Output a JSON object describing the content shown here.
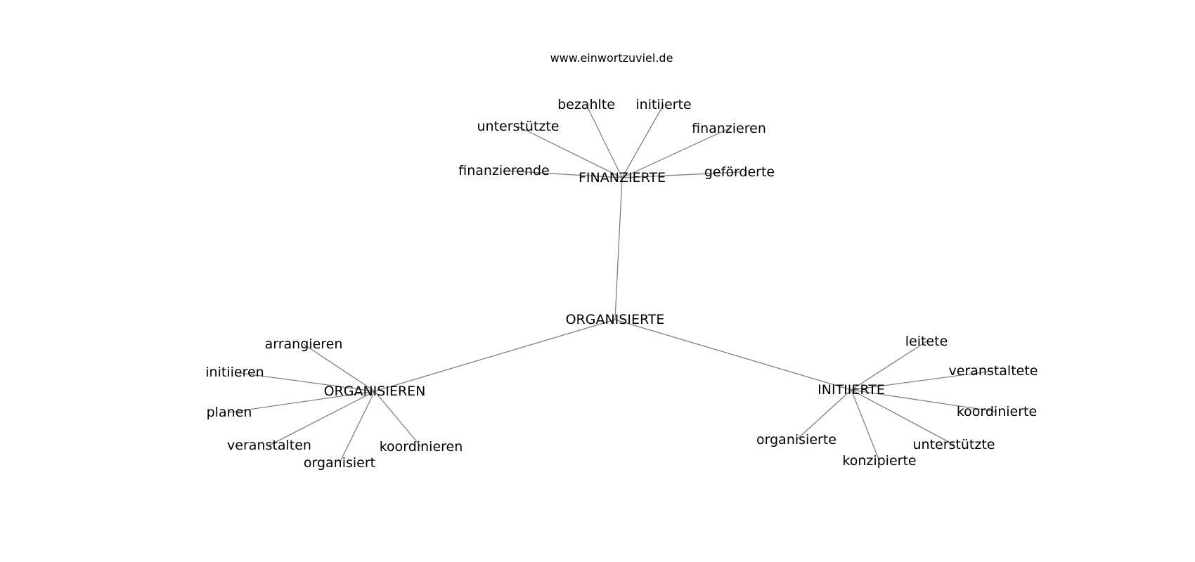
{
  "header": {
    "site": "www.einwortzuviel.de"
  },
  "graph": {
    "center": {
      "id": "organisierte",
      "label": "ORGANISIERTE"
    },
    "hubs": [
      {
        "id": "finanzierte",
        "label": "FINANZIERTE",
        "leaves": [
          {
            "id": "fin-bezahlte",
            "label": "bezahlte"
          },
          {
            "id": "fin-initiierte",
            "label": "initiierte"
          },
          {
            "id": "fin-unterstuetzte",
            "label": "unterstützte"
          },
          {
            "id": "fin-finanzieren",
            "label": "finanzieren"
          },
          {
            "id": "fin-finanzierende",
            "label": "finanzierende"
          },
          {
            "id": "fin-gefoerderte",
            "label": "geförderte"
          }
        ]
      },
      {
        "id": "organisieren",
        "label": "ORGANISIEREN",
        "leaves": [
          {
            "id": "org-arrangieren",
            "label": "arrangieren"
          },
          {
            "id": "org-initiieren",
            "label": "initiieren"
          },
          {
            "id": "org-planen",
            "label": "planen"
          },
          {
            "id": "org-veranstalten",
            "label": "veranstalten"
          },
          {
            "id": "org-organisiert",
            "label": "organisiert"
          },
          {
            "id": "org-koordinieren",
            "label": "koordinieren"
          }
        ]
      },
      {
        "id": "initiierte",
        "label": "INITIIERTE",
        "leaves": [
          {
            "id": "ini-leitete",
            "label": "leitete"
          },
          {
            "id": "ini-veranstaltete",
            "label": "veranstaltete"
          },
          {
            "id": "ini-koordinierte",
            "label": "koordinierte"
          },
          {
            "id": "ini-organisierte",
            "label": "organisierte"
          },
          {
            "id": "ini-unterstuetzte",
            "label": "unterstützte"
          },
          {
            "id": "ini-konzipierte",
            "label": "konzipierte"
          }
        ]
      }
    ]
  }
}
